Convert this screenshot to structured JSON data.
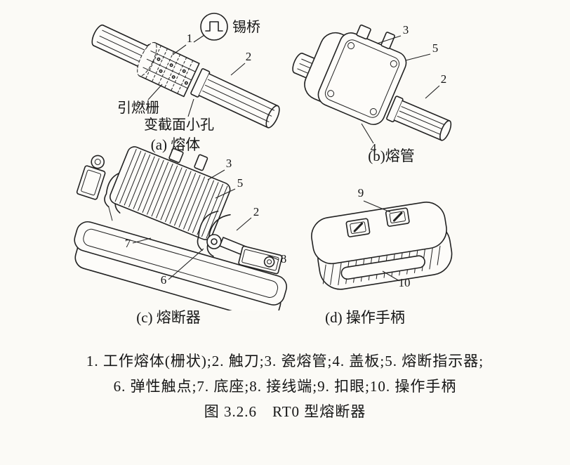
{
  "figure": {
    "legend_line1": "1. 工作熔体(栅状);2. 触刀;3. 瓷熔管;4. 盖板;5. 熔断指示器;",
    "legend_line2": "6. 弹性触点;7. 底座;8. 接线端;9. 扣眼;10. 操作手柄",
    "caption": "图 3.2.6　RT0 型熔断器"
  },
  "panels": {
    "a": {
      "caption": "(a) 熔体",
      "labels": {
        "tin_bridge": "锡桥",
        "ignition_grid": "引燃栅",
        "small_holes": "变截面小孔"
      },
      "callouts": {
        "n1": "1",
        "n2": "2"
      }
    },
    "b": {
      "caption": "(b)熔管",
      "callouts": {
        "n3": "3",
        "n5": "5",
        "n2": "2",
        "n4": "4"
      }
    },
    "c": {
      "caption": "(c) 熔断器",
      "callouts": {
        "n3": "3",
        "n5": "5",
        "n2": "2",
        "n7": "7",
        "n6": "6",
        "n8": "8"
      }
    },
    "d": {
      "caption": "(d) 操作手柄",
      "callouts": {
        "n9": "9",
        "n10": "10"
      }
    }
  }
}
